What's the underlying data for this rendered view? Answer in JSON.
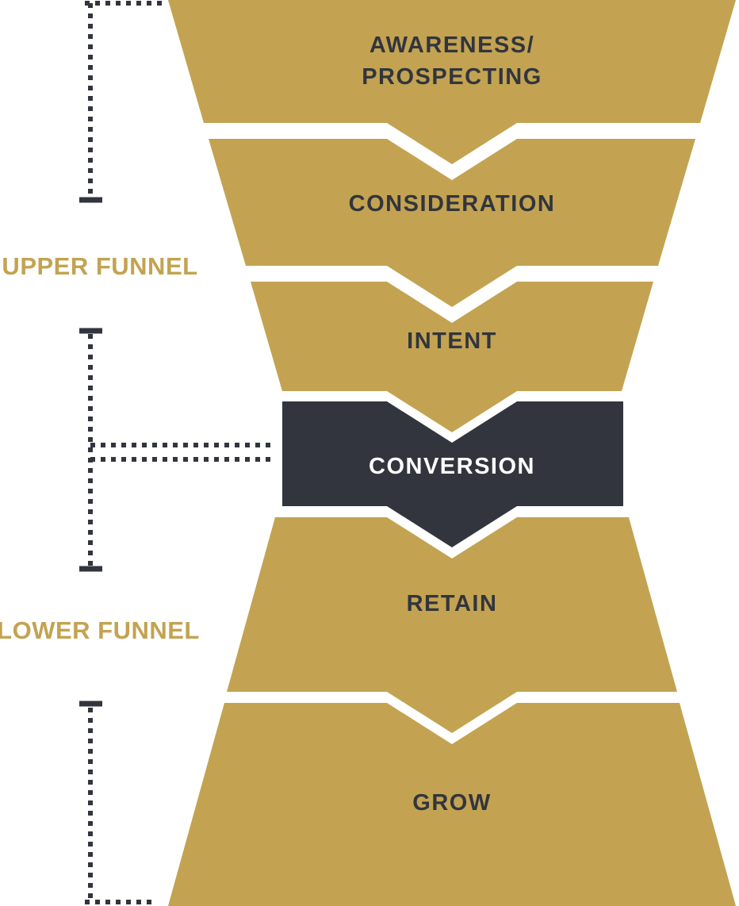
{
  "colors": {
    "gold": "#c3a351",
    "dark": "#32353e",
    "label_on_gold": "#32353e",
    "label_on_dark": "#ffffff",
    "background": "#ffffff"
  },
  "funnel": {
    "section_labels": {
      "upper": "UPPER FUNNEL",
      "lower": "LOWER FUNNEL"
    },
    "stages": [
      {
        "name": "awareness-prospecting",
        "label": "AWARENESS/\nPROSPECTING",
        "section": "upper"
      },
      {
        "name": "consideration",
        "label": "CONSIDERATION",
        "section": "upper"
      },
      {
        "name": "intent",
        "label": "INTENT",
        "section": "upper"
      },
      {
        "name": "conversion",
        "label": "CONVERSION",
        "section": "waist",
        "highlighted": true
      },
      {
        "name": "retain",
        "label": "RETAIN",
        "section": "lower"
      },
      {
        "name": "grow",
        "label": "GROW",
        "section": "lower"
      }
    ]
  }
}
